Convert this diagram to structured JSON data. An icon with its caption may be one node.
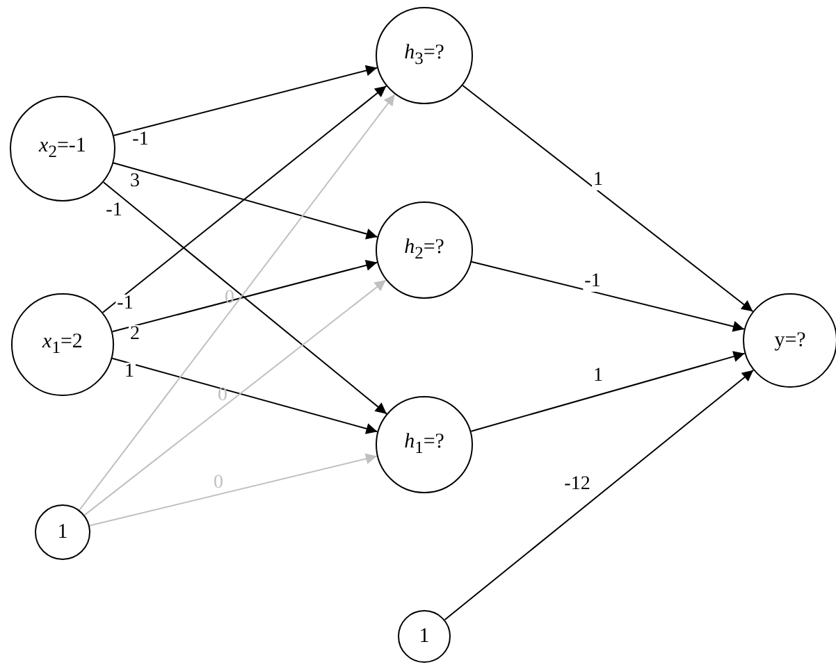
{
  "diagram": {
    "nodes": [
      {
        "text": [
          "*x*$_{2}$=-1"
        ]
      },
      {
        "text": [
          "*x*$_{1}$=2"
        ]
      },
      {
        "text": [
          "1"
        ]
      },
      {
        "text": [
          "*h*$_{3}$=?"
        ]
      },
      {
        "text": [
          "*h*$_{2}$=?"
        ]
      },
      {
        "text": [
          "*h*$_{1}$=?"
        ]
      },
      {
        "text": [
          "1"
        ]
      },
      {
        "text": [
          "y=?"
        ]
      }
    ],
    "edges": [
      {
        "from": 0,
        "to": 3,
        "arrow": "to",
        "label": "-1"
      },
      {
        "from": 0,
        "to": 4,
        "arrow": "to",
        "label": "3"
      },
      {
        "from": 0,
        "to": 5,
        "arrow": "to",
        "label": "-1"
      },
      {
        "from": 1,
        "to": 3,
        "arrow": "to",
        "label": "-1"
      },
      {
        "from": 1,
        "to": 4,
        "arrow": "to",
        "label": "2"
      },
      {
        "from": 1,
        "to": 5,
        "arrow": "to",
        "label": "1"
      },
      {
        "from": 2,
        "to": 3,
        "arrow": "to",
        "label": "0",
        "color": "#c0c0c0"
      },
      {
        "from": 2,
        "to": 4,
        "arrow": "to",
        "label": "0",
        "color": "#c0c0c0"
      },
      {
        "from": 2,
        "to": 5,
        "arrow": "to",
        "label": "0",
        "color": "#c0c0c0"
      },
      {
        "from": 3,
        "to": 7,
        "arrow": "to",
        "label": "1"
      },
      {
        "from": 4,
        "to": 7,
        "arrow": "to",
        "label": "-1"
      },
      {
        "from": 5,
        "to": 7,
        "arrow": "to",
        "label": "1"
      },
      {
        "from": 6,
        "to": 7,
        "arrow": "to",
        "label": "-12"
      }
    ]
  }
}
